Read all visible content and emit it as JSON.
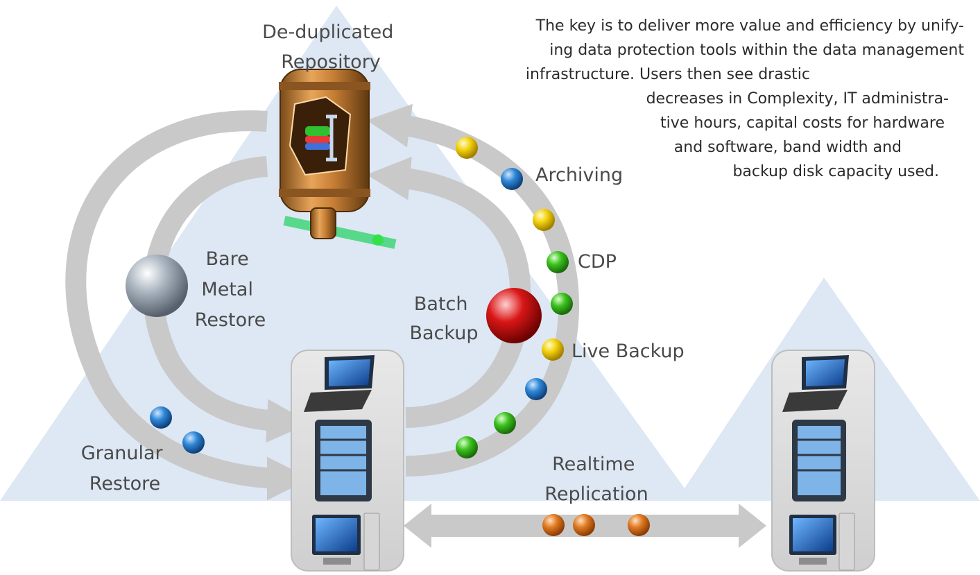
{
  "diagram": {
    "repository_label": [
      "De-duplicated",
      "Repository"
    ],
    "labels": {
      "archiving": "Archiving",
      "cdp": "CDP",
      "live_backup": "Live Backup",
      "batch_backup": [
        "Batch",
        "Backup"
      ],
      "bare_metal_restore": [
        "Bare",
        "Metal",
        "Restore"
      ],
      "granular_restore": [
        "Granular",
        "Restore"
      ],
      "realtime_replication": [
        "Realtime",
        "Replication"
      ]
    },
    "colors": {
      "triangle": "#dde8f4",
      "arrow": "#c9c9c9",
      "blue_dot": "#2f87d6",
      "yellow_dot": "#f2d20c",
      "green_dot": "#3cc21e",
      "orange_dot": "#e07a22",
      "red_sphere": "#d91616",
      "gray_sphere": "#9aa6b2"
    },
    "icons": {
      "repository": "deduplicated-repository-tank-icon",
      "laptop": "laptop-icon",
      "server": "server-icon",
      "desktop": "desktop-computer-icon"
    }
  },
  "description": {
    "lines": [
      "The key is to deliver more value and efficiency by unify-",
      "ing data protection tools within the data management",
      "infrastructure. Users then see drastic",
      "decreases in Complexity, IT administra-",
      "tive hours, capital costs for hardware",
      "and software, band width and",
      "backup disk capacity used."
    ]
  }
}
